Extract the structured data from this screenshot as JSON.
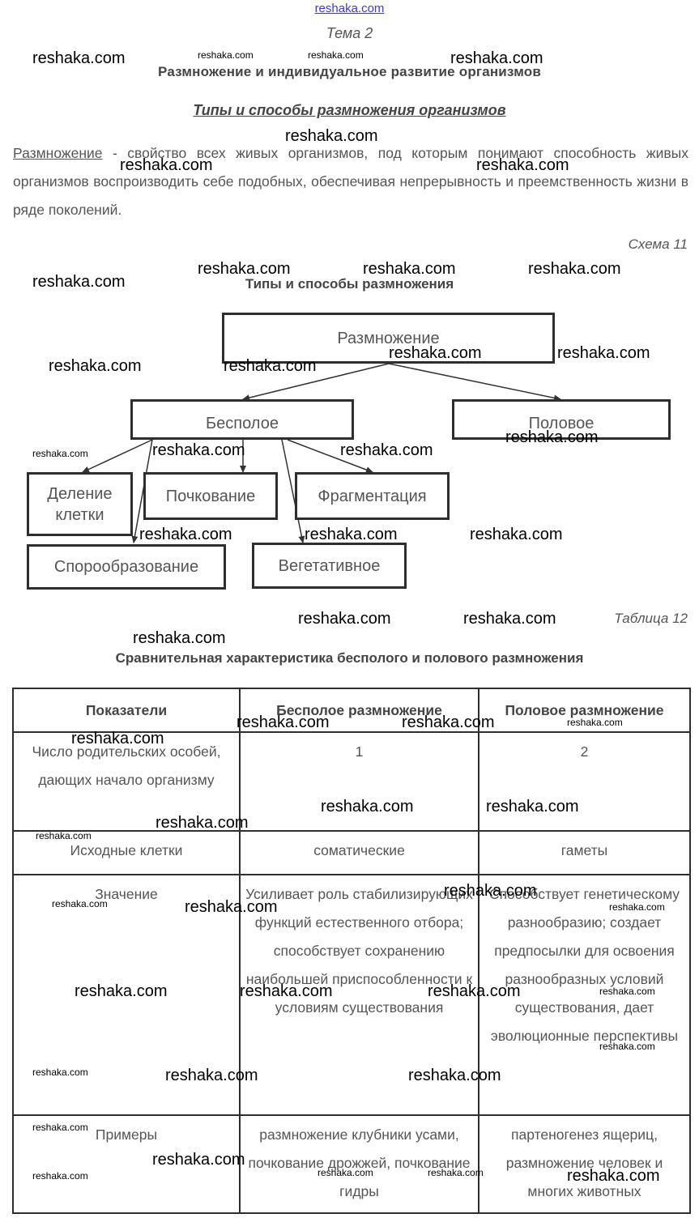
{
  "header": {
    "site_link": "reshaka.com",
    "topic": "Тема 2",
    "chapter_title": "Размножение и индивидуальное развитие организмов",
    "section_title": "Типы и способы размножения организмов"
  },
  "definition": {
    "term": "Размножение",
    "text": " - свойство всех живых организмов, под которым понимают способность живых организмов воспроизводить себе подобных, обеспечивая непрерывность и преемственность жизни в ряде поколений."
  },
  "scheme": {
    "label": "Схема 11",
    "title": "Типы и способы размножения",
    "root": "Размножение",
    "asexual": "Бесполое",
    "sexual": "Половое",
    "methods": {
      "cell_division": "Деление клетки",
      "budding": "Почкование",
      "fragmentation": "Фрагментация",
      "sporulation": "Спорообразование",
      "vegetative": "Вегетативное"
    }
  },
  "table": {
    "label": "Таблица 12",
    "title": "Сравнительная характеристика бесполого и полового размножения",
    "headers": [
      "Показатели",
      "Бесполое размножение",
      "Половое размножение"
    ],
    "rows": [
      [
        "Число родительских особей, дающих начало организму",
        "1",
        "2"
      ],
      [
        "Исходные клетки",
        "соматические",
        "гаметы"
      ],
      [
        "Значение",
        "Усиливает роль стабилизирующих функций естественного отбора; способствует сохранению наибольшей приспособленности к условиям существования",
        "Способствует генетическому разнообразию; создает предпосылки для освоения разнообразных условий существования, дает эволюционные перспективы"
      ],
      [
        "Примеры",
        "размножение клубники усами, почкование дрожжей, почкование гидры",
        "партеногенез ящериц, размножение человек и многих животных"
      ]
    ]
  },
  "watermark": "reshaka.com"
}
